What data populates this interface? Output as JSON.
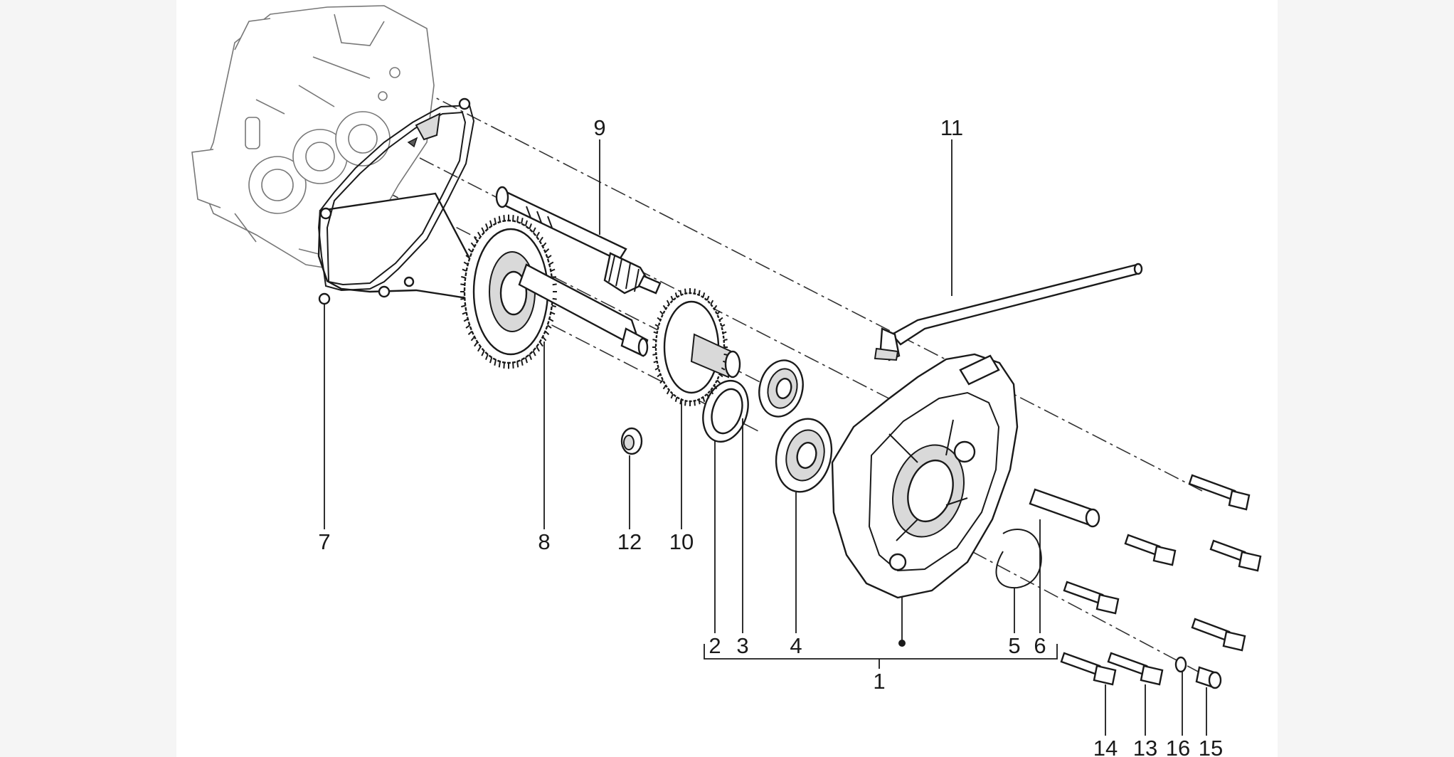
{
  "diagram": {
    "part_numbers": {
      "p1": "1",
      "p2": "2",
      "p3": "3",
      "p4": "4",
      "p5": "5",
      "p6": "6",
      "p7": "7",
      "p8": "8",
      "p9": "9",
      "p10": "10",
      "p11": "11",
      "p12": "12",
      "p13": "13",
      "p14": "14",
      "p15": "15",
      "p16": "16"
    }
  }
}
